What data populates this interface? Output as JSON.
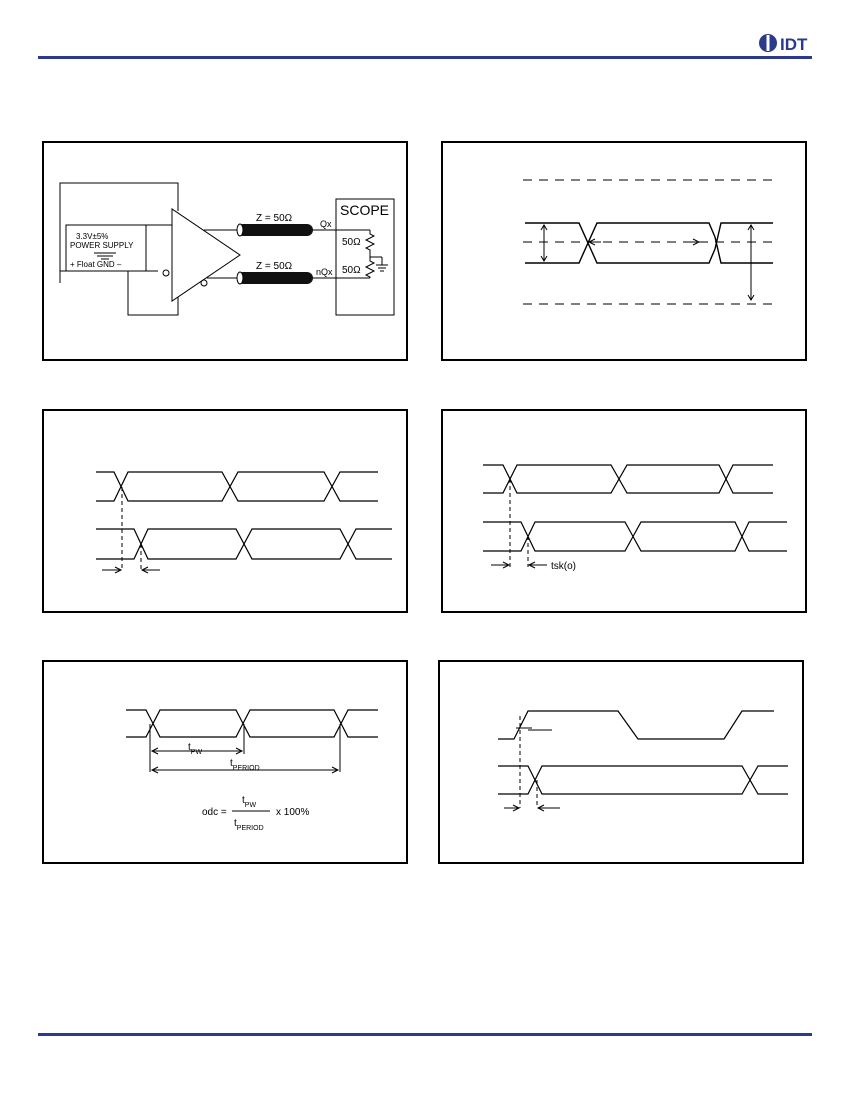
{
  "header": {
    "logo_text": "IDT",
    "accent_color": "#2b3a8c"
  },
  "circuit": {
    "supply_line1": "3.3V±5%",
    "supply_line2": "POWER SUPPLY",
    "supply_line3": "+  Float GND  –",
    "z_top": "Z = 50Ω",
    "z_bottom": "Z = 50Ω",
    "out_pos": "Qx",
    "out_neg": "nQx",
    "scope": "SCOPE",
    "r_top": "50Ω",
    "r_bottom": "50Ω"
  },
  "skew": {
    "label": "tsk(o)"
  },
  "duty_cycle": {
    "t": "t",
    "pw_sub": "PW",
    "period_sub": "PERIOD",
    "formula_lhs": "odc =",
    "formula_rhs": "x 100%"
  }
}
